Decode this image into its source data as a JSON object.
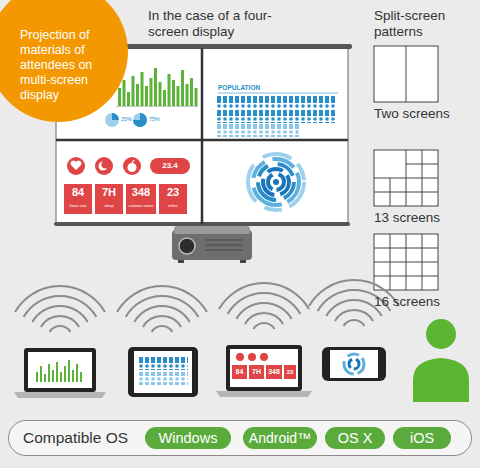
{
  "diagram": {
    "nodes": [
      {
        "text": [
          "Projection of materials of attendees on multi-screen display"
        ]
      },
      {
        "text": [
          "Two screens"
        ]
      },
      {
        "text": [
          "13 screens"
        ]
      },
      {
        "text": [
          "16 screens"
        ]
      },
      {
        "text": [
          "Compatible OS"
        ]
      },
      {
        "text": [
          "Windows"
        ],
        "in": 4
      },
      {
        "text": [
          "Android™"
        ],
        "in": 4
      },
      {
        "text": [
          "OS X"
        ],
        "in": 4
      },
      {
        "text": [
          "iOS"
        ],
        "in": 4
      }
    ],
    "labels": [
      "In the case of a four-screen display",
      "Split-screen patterns",
      "25%",
      "75%",
      "POPULATION",
      "84",
      "7H",
      "348",
      "23",
      "heart rate",
      "sleep",
      "calories eaten",
      "miles",
      "23.4",
      "84",
      "7H",
      "348",
      "23"
    ]
  }
}
